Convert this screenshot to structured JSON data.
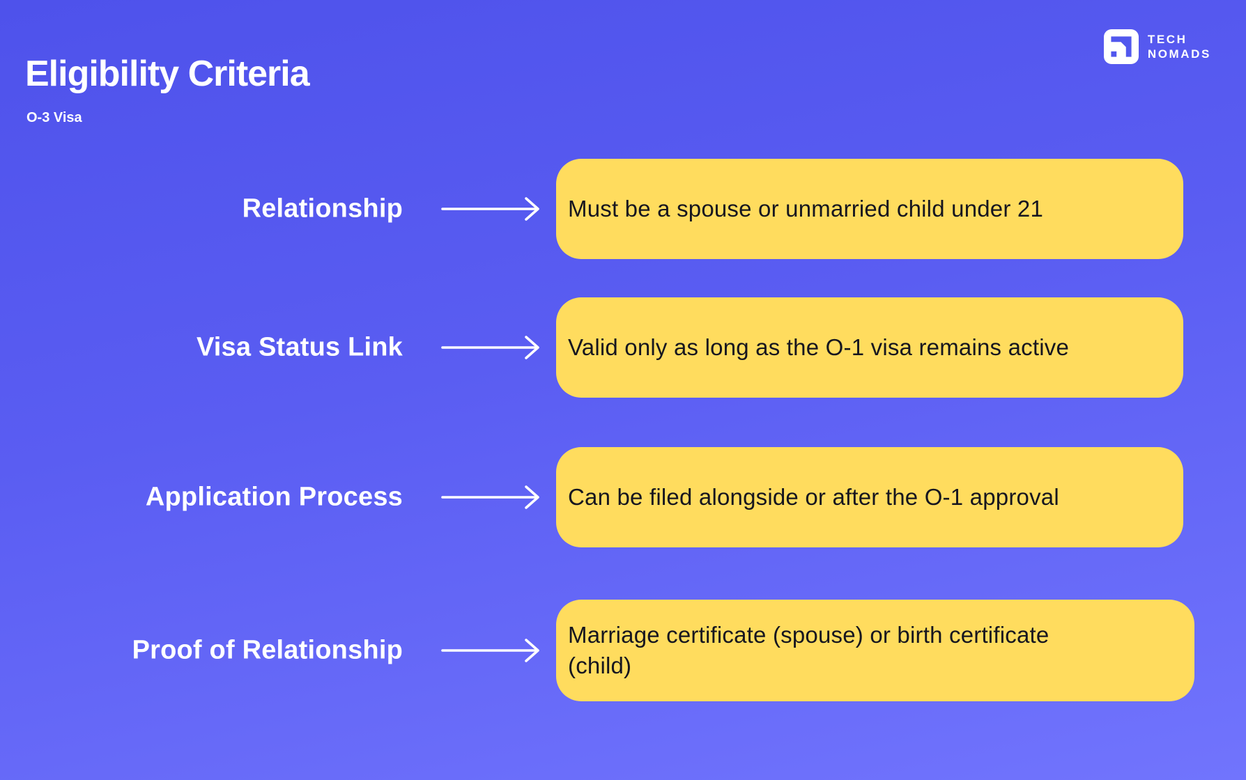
{
  "page": {
    "title": "Eligibility Criteria",
    "subtitle": "O-3 Visa"
  },
  "logo": {
    "icon": "tech-nomads-logo-icon",
    "line1": "TECH",
    "line2": "NOMADS"
  },
  "rows": [
    {
      "label": "Relationship",
      "description": "Must be a spouse or unmarried child under 21"
    },
    {
      "label": "Visa Status Link",
      "description": "Valid only as long as the O-1 visa remains active"
    },
    {
      "label": "Application Process",
      "description": "Can be filed alongside or after the O-1 approval"
    },
    {
      "label": "Proof of Relationship",
      "description": "Marriage certificate (spouse) or birth certificate\n(child)"
    }
  ],
  "colors": {
    "background_top": "#4E52EB",
    "background_bottom": "#7174FD",
    "card_background": "#FFDC5E",
    "card_text": "#16161F",
    "heading_text": "#FFFFFF",
    "logo_glyph": "#5157EE"
  }
}
